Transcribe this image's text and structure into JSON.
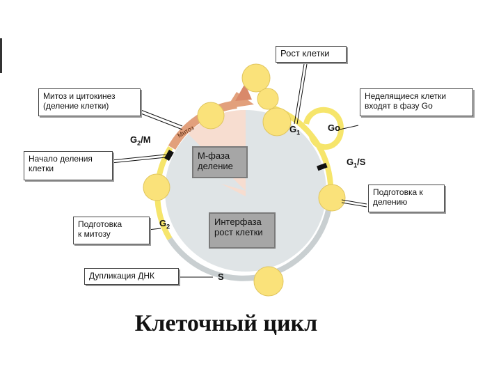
{
  "colors": {
    "cycle_fill": "#dfe4e6",
    "arc_yellow": "#f6e56b",
    "arc_grey": "#c9cfd1",
    "mitosis_band": "#e2a07c",
    "mitosis_wedge": "#f7ddd0",
    "cell": "#fae27a",
    "phase_box": "#a6a6a6"
  },
  "annotations": {
    "rost_kletki": "Рост клетки",
    "mitoz_line1": "Митоз и цитокинез",
    "mitoz_line2": "(деление клетки)",
    "nedel_line1": "Неделящиеся клетки",
    "nedel_line2": "входят в фазу Go",
    "nachalo_line1": "Начало деления",
    "nachalo_line2": "клетки",
    "podg_del_line1": "Подготовка к",
    "podg_del_line2": "делению",
    "podg_mit_line1": "Подготовка",
    "podg_mit_line2": "к митозу",
    "duplikatsiya": "Дупликация ДНК"
  },
  "phase_boxes": {
    "m_phase": "М-фаза\nделение",
    "interphase": "Интерфаза\nрост клетки"
  },
  "phase_labels": {
    "g2m_main": "G",
    "g2m_sub": "2",
    "g2m_rest": "/M",
    "g1_main": "G",
    "g1_sub": "1",
    "go": "Go",
    "g1s_main": "G",
    "g1s_sub": "1",
    "g1s_rest": "/S",
    "g2_main": "G",
    "g2_sub": "2",
    "s": "S",
    "mitoz_band": "Митоз"
  },
  "title": "Клеточный цикл"
}
